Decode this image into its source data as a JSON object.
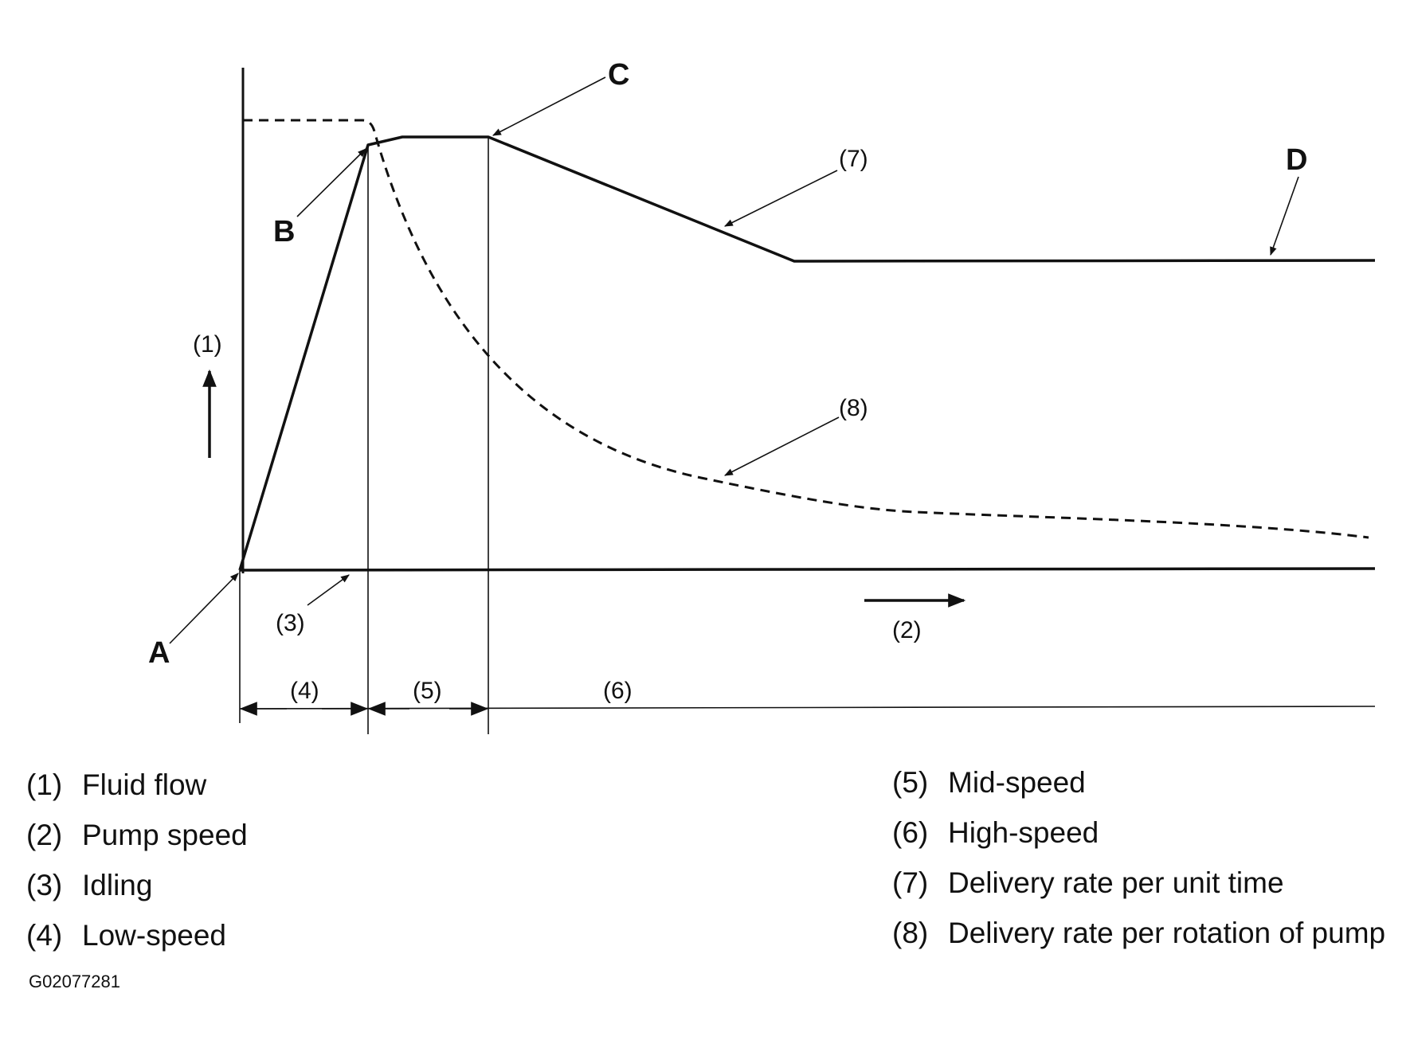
{
  "diagram": {
    "points": {
      "a": "A",
      "b": "B",
      "c": "C",
      "d": "D"
    },
    "callouts": {
      "c1": "(1)",
      "c2": "(2)",
      "c3": "(3)",
      "c4": "(4)",
      "c5": "(5)",
      "c6": "(6)",
      "c7": "(7)",
      "c8": "(8)"
    }
  },
  "legend": {
    "left": [
      {
        "num": "(1)",
        "text": "Fluid flow"
      },
      {
        "num": "(2)",
        "text": "Pump speed"
      },
      {
        "num": "(3)",
        "text": "Idling"
      },
      {
        "num": "(4)",
        "text": "Low-speed"
      }
    ],
    "right": [
      {
        "num": "(5)",
        "text": "Mid-speed"
      },
      {
        "num": "(6)",
        "text": "High-speed"
      },
      {
        "num": "(7)",
        "text": "Delivery rate per unit time"
      },
      {
        "num": "(8)",
        "text": "Delivery rate per rotation of pump"
      }
    ]
  },
  "figure_id": "G02077281"
}
